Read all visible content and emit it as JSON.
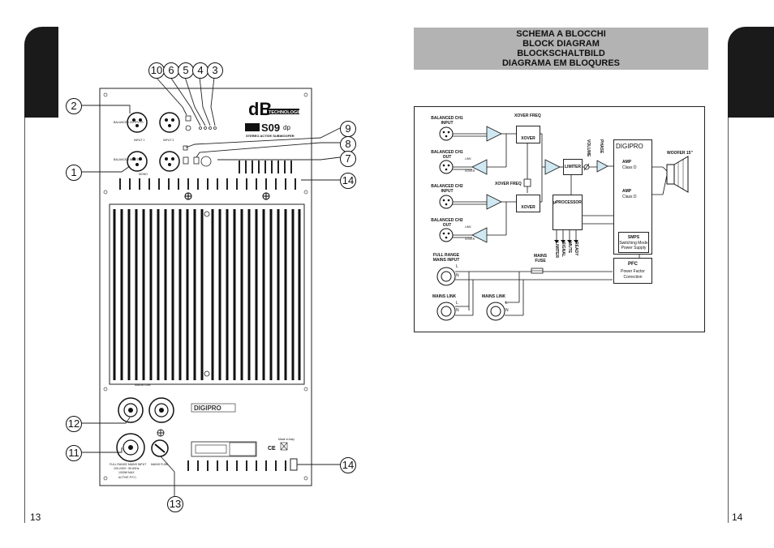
{
  "pages": {
    "left_number": "13",
    "right_number": "14"
  },
  "title": {
    "line1": "SCHEMA A BLOCCHI",
    "line2": "BLOCK DIAGRAM",
    "line3": "BLOCKSCHALTBILD",
    "line4": "DIAGRAMA EM BLOQURES"
  },
  "panel": {
    "callouts": [
      "10",
      "6",
      "5",
      "4",
      "3",
      "2",
      "9",
      "8",
      "1",
      "7",
      "14",
      "12",
      "11",
      "13",
      "14"
    ],
    "brand": "dB",
    "brand_sub": "TECHNOLOGIES",
    "model": "S09",
    "model_suffix": "dp",
    "product": "STEREO ACTIVE SUBWOOFER",
    "label_balanced_outputs": "BALANCED OUTPUTS",
    "label_balanced_inputs": "BALANCED INPUTS",
    "label_input1": "INPUT 1",
    "label_input2": "INPUT 2",
    "label_mono": "MONO",
    "label_mains_link": "MAINS LINK",
    "label_mains_input": "FULL RANGE MAINS INPUT",
    "label_mains_spec": "100-240V~ 50-60Hz",
    "label_mains_max": "1000W MAX",
    "label_active_pfc": "ACTIVE P.F.C.",
    "label_mains_fuse": "MAINS FUSE",
    "label_made_in": "Made in Italy",
    "label_ce": "CE",
    "digipro_logo": "DIGIPRO"
  },
  "diagram": {
    "bal_ch1_in": "BALANCED CH1 INPUT",
    "bal_ch1_out": "BALANCED CH1 OUT",
    "bal_ch2_in": "BALANCED CH2 INPUT",
    "bal_ch2_out": "BALANCED CH2 OUT",
    "xover_freq_top": "XOVER FREQ",
    "xover_freq_mid": "XOVER FREQ",
    "xover": "XOVER",
    "xover2": "XOVER",
    "limiter": "LIMITER",
    "volume": "VOLUME",
    "phase": "PHASE",
    "digipro": "DIGIPRO",
    "amp1": "AMP",
    "amp1_class": "Class D",
    "amp2": "AMP",
    "amp2_class": "Class D",
    "woofer": "WOOFER 15\"",
    "uprocessor": "µPROCESSOR",
    "smps": "SMPS",
    "smps_desc1": "Switching Mode",
    "smps_desc2": "Power Supply",
    "pfc": "PFC",
    "pfc_desc1": "Power Factor",
    "pfc_desc2": "Correction",
    "full_range_mains_input": "FULL RANGE MAINS INPUT",
    "mains_fuse": "MAINS FUSE",
    "mains_link1": "MAINS LINK",
    "mains_link2": "MAINS LINK",
    "indicators": [
      "LIMITER",
      "SIGNAL",
      "MUTE",
      "READY"
    ],
    "line": "L",
    "neutral": "N",
    "link_label": "LINK",
    "xover_label": "XOVER"
  }
}
